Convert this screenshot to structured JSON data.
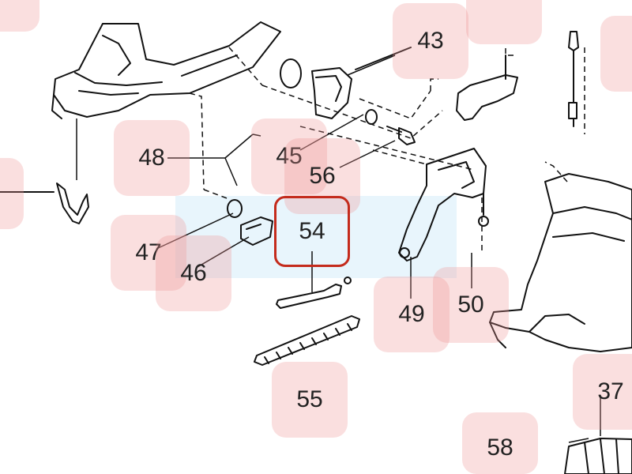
{
  "diagram": {
    "accent_color": "#c42b1c",
    "badge_color": "#f09696",
    "highlight_color": "#bee1f5",
    "selected_part": "54",
    "parts": [
      {
        "id": "p43",
        "label": "43"
      },
      {
        "id": "p48",
        "label": "48"
      },
      {
        "id": "p45",
        "label": "45"
      },
      {
        "id": "p56",
        "label": "56"
      },
      {
        "id": "p54",
        "label": "54"
      },
      {
        "id": "p47",
        "label": "47"
      },
      {
        "id": "p46",
        "label": "46"
      },
      {
        "id": "p49",
        "label": "49"
      },
      {
        "id": "p50",
        "label": "50"
      },
      {
        "id": "p55",
        "label": "55"
      },
      {
        "id": "p37",
        "label": "37"
      },
      {
        "id": "p58",
        "label": "58"
      }
    ]
  }
}
